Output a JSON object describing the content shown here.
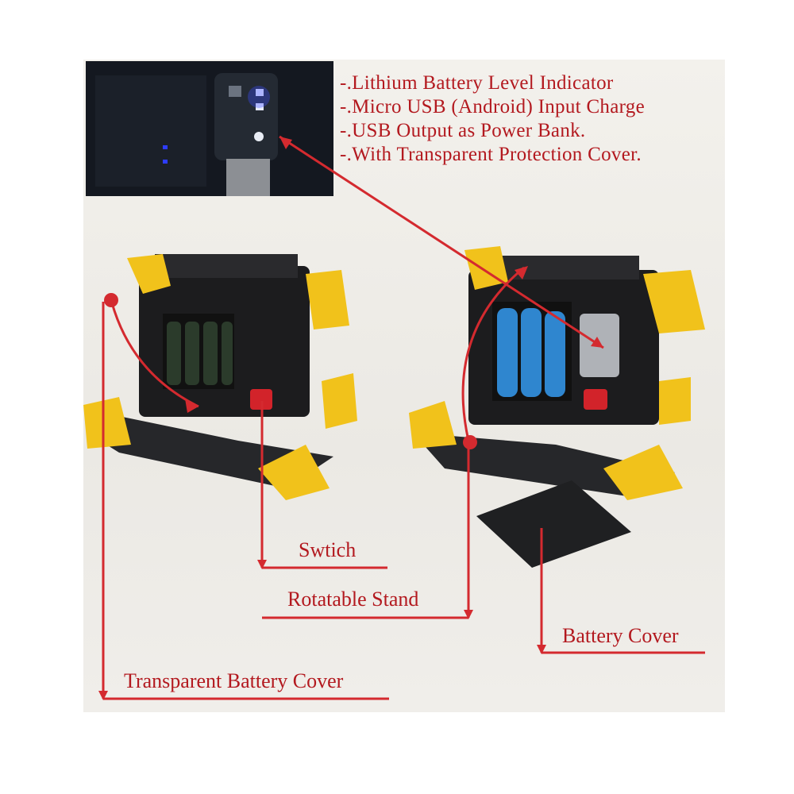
{
  "features": [
    "-.Lithium Battery Level Indicator",
    "-.Micro USB (Android) Input Charge",
    "-.USB Output as Power Bank.",
    "-.With Transparent Protection Cover."
  ],
  "callouts": {
    "switch": "Swtich",
    "stand": "Rotatable Stand",
    "battery_cover": "Battery Cover",
    "transparent_cover": "Transparent Battery Cover"
  },
  "colors": {
    "annotation_red": "#d42a2f",
    "text_red": "#b3191f",
    "housing_yellow": "#f1c21b",
    "housing_black": "#1c1c1e",
    "battery_blue": "#2f86cf"
  }
}
